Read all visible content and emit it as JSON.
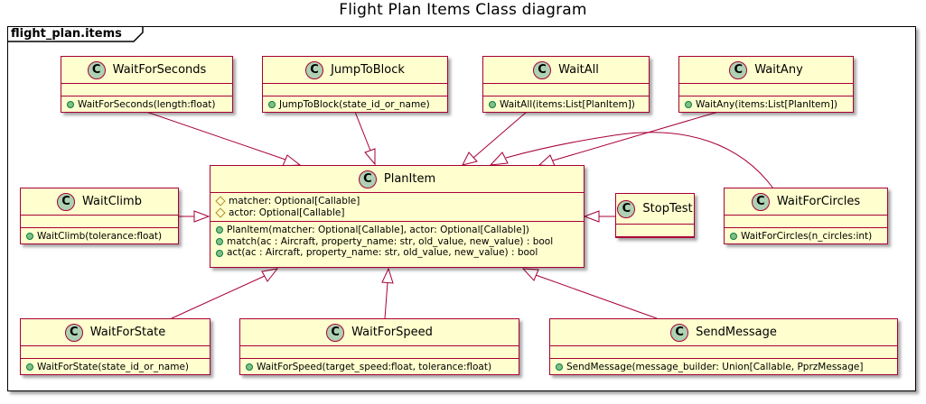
{
  "title": "Flight Plan Items Class diagram",
  "package": "flight_plan.items",
  "badge_letter": "C",
  "colors": {
    "class_fill": "#FEFECE",
    "class_border": "#A80036",
    "badge": "#ADD1B2",
    "edge": "#A80036"
  },
  "classes": {
    "wait_for_seconds": {
      "name": "WaitForSeconds",
      "methods": [
        "WaitForSeconds(length:float)"
      ]
    },
    "jump_to_block": {
      "name": "JumpToBlock",
      "methods": [
        "JumpToBlock(state_id_or_name)"
      ]
    },
    "wait_all": {
      "name": "WaitAll",
      "methods": [
        "WaitAll(items:List[PlanItem])"
      ]
    },
    "wait_any": {
      "name": "WaitAny",
      "methods": [
        "WaitAny(items:List[PlanItem])"
      ]
    },
    "wait_climb": {
      "name": "WaitClimb",
      "methods": [
        "WaitClimb(tolerance:float)"
      ]
    },
    "plan_item": {
      "name": "PlanItem",
      "fields": [
        "matcher: Optional[Callable]",
        "actor: Optional[Callable]"
      ],
      "methods": [
        "PlanItem(matcher: Optional[Callable], actor: Optional[Callable])",
        "match(ac : Aircraft, property_name: str, old_value, new_value) : bool",
        "act(ac : Aircraft, property_name: str, old_value, new_value) : bool"
      ]
    },
    "stop_test": {
      "name": "StopTest"
    },
    "wait_for_circles": {
      "name": "WaitForCircles",
      "methods": [
        "WaitForCircles(n_circles:int)"
      ]
    },
    "wait_for_state": {
      "name": "WaitForState",
      "methods": [
        "WaitForState(state_id_or_name)"
      ]
    },
    "wait_for_speed": {
      "name": "WaitForSpeed",
      "methods": [
        "WaitForSpeed(target_speed:float, tolerance:float)"
      ]
    },
    "send_message": {
      "name": "SendMessage",
      "methods": [
        "SendMessage(message_builder: Union[Callable, PprzMessage]"
      ]
    }
  },
  "inheritance": [
    "WaitForSeconds",
    "JumpToBlock",
    "WaitAll",
    "WaitAny",
    "WaitClimb",
    "StopTest",
    "WaitForCircles",
    "WaitForState",
    "WaitForSpeed",
    "SendMessage"
  ]
}
